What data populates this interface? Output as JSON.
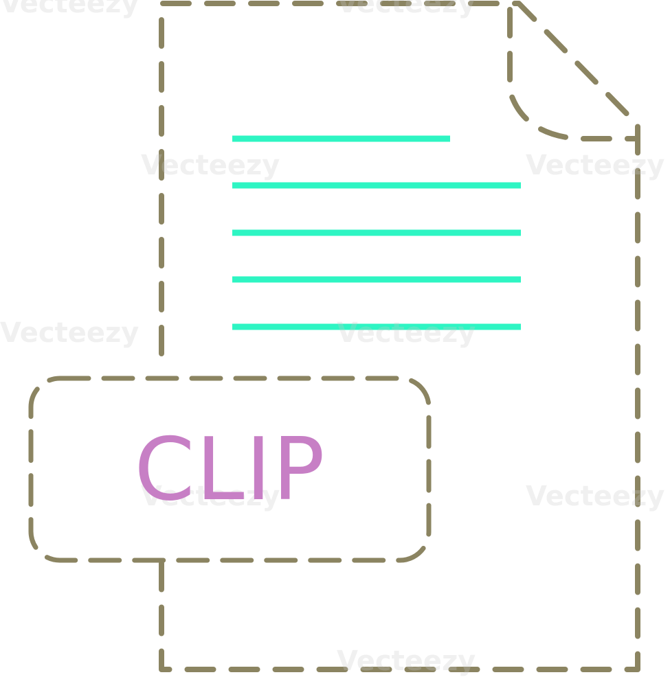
{
  "icon": {
    "name": "clip-file-icon",
    "extension_label": "CLIP",
    "text_line_count": 5
  },
  "colors": {
    "outline": "#8b8461",
    "text_lines": "#2ef5c3",
    "label": "#c77fc5"
  },
  "watermark": {
    "brand": "Vecteezy"
  }
}
